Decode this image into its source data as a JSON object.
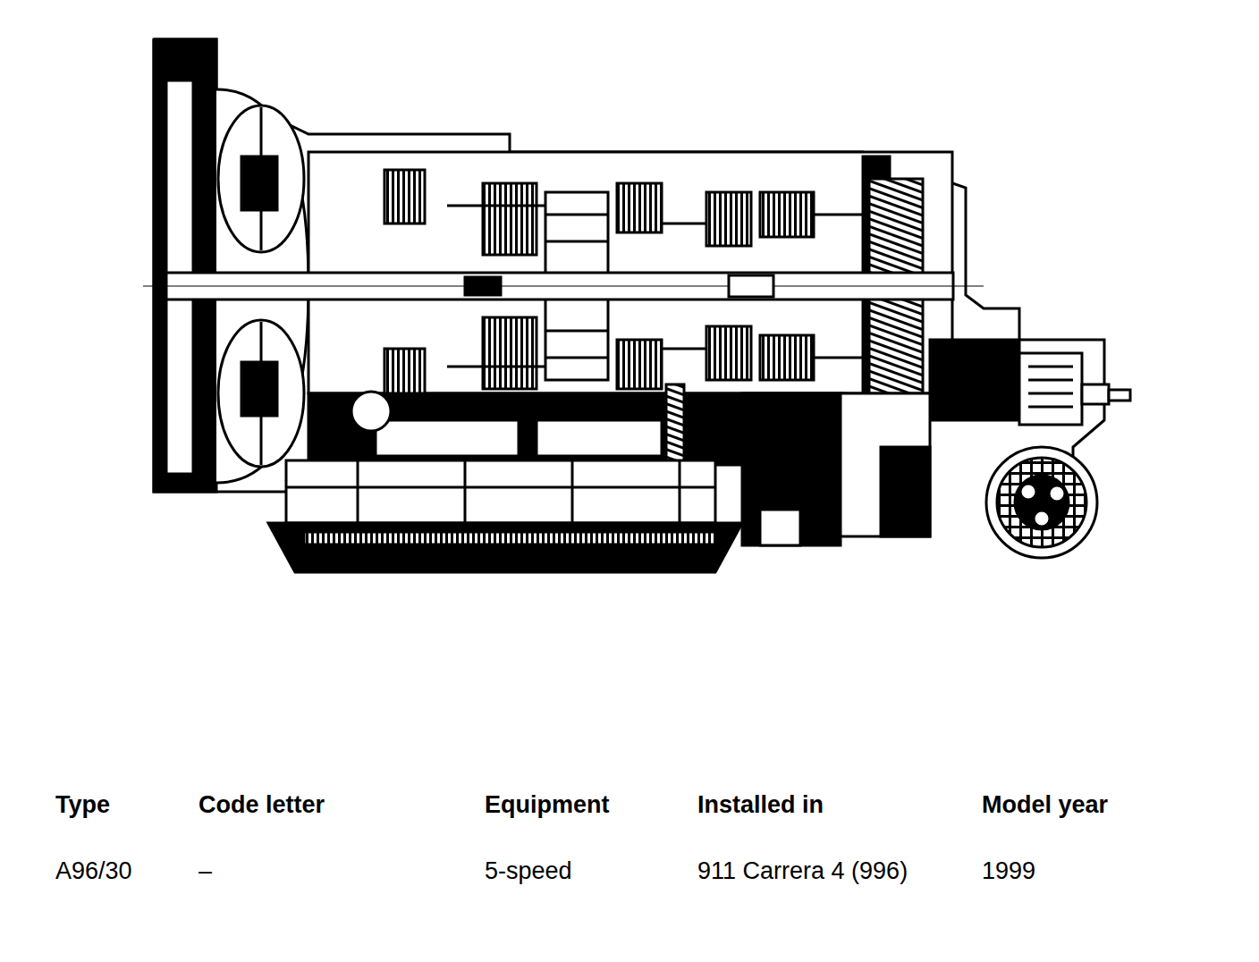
{
  "diagram": {
    "labels": [
      "Type",
      "Code letter",
      "Equipment",
      "Installed in",
      "Model year",
      "A96/30",
      "–",
      "5-speed",
      "911 Carrera 4 (996)",
      "1999"
    ]
  }
}
